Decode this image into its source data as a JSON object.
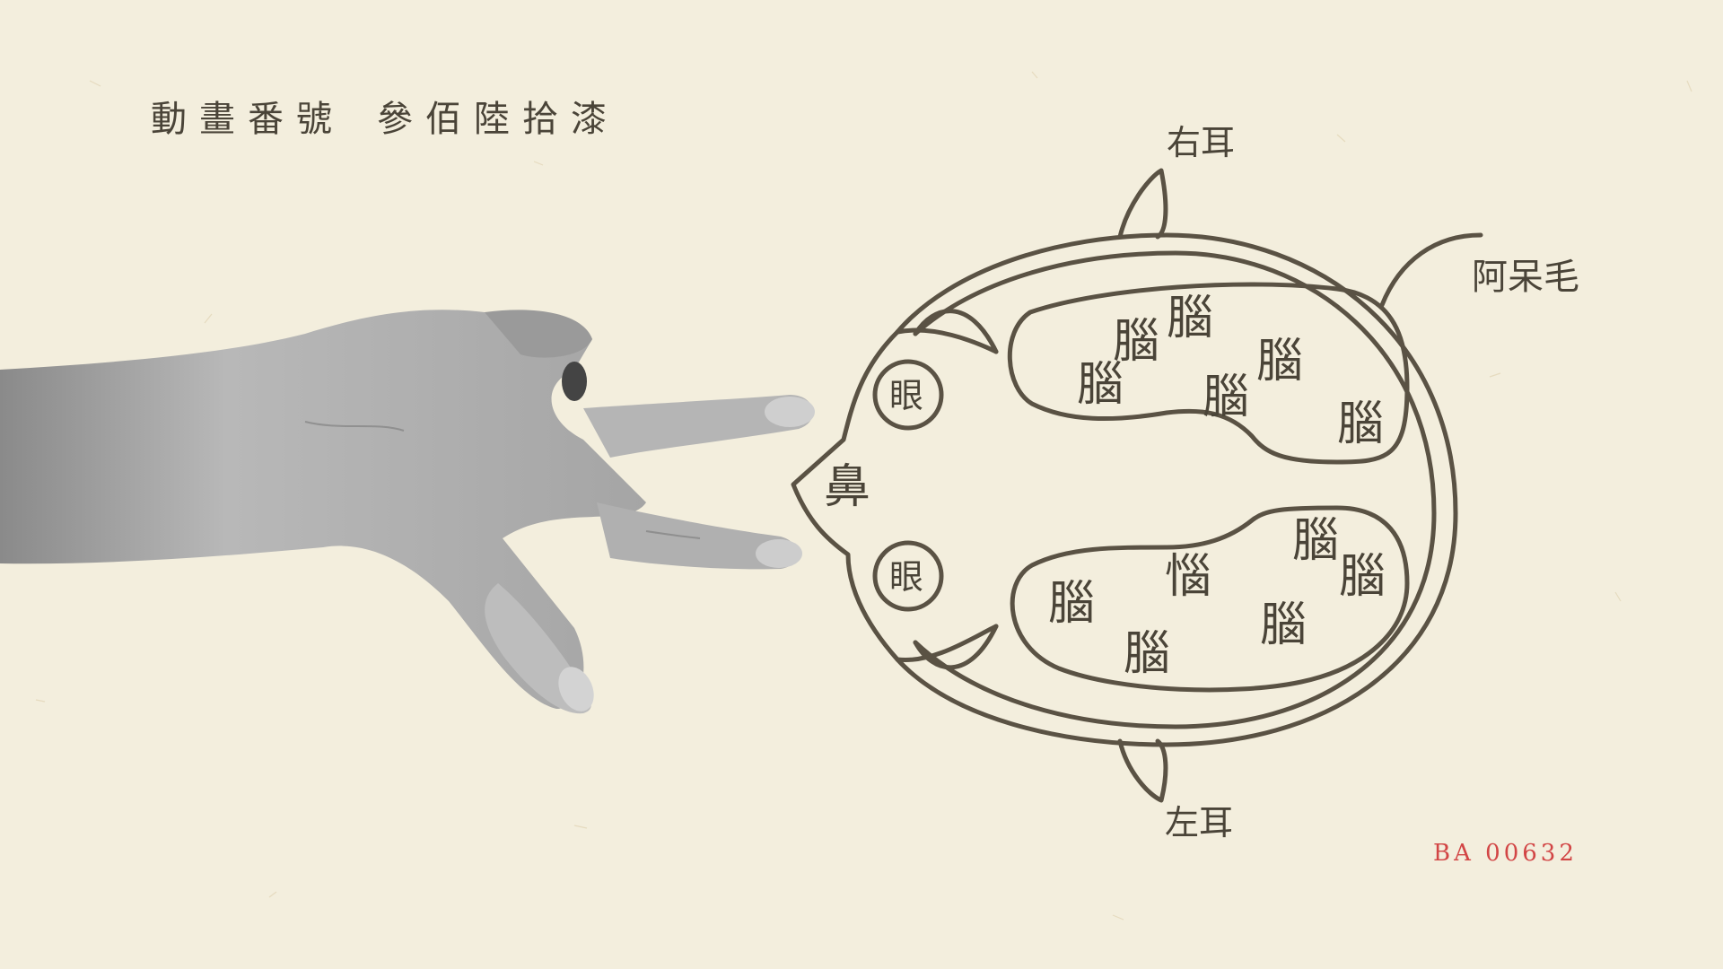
{
  "header": {
    "label": "動畫番號",
    "number": "參佰陸拾漆"
  },
  "code": "BA 00632",
  "diagram": {
    "right_ear": "右耳",
    "left_ear": "左耳",
    "ahoge": "阿呆毛",
    "nose": "鼻",
    "eye_top": "眼",
    "eye_bottom": "眼",
    "brain_upper": [
      "腦",
      "腦",
      "腦",
      "腦",
      "腦",
      "腦"
    ],
    "brain_lower": [
      "腦",
      "惱",
      "腦",
      "腦",
      "腦",
      "腦"
    ]
  },
  "colors": {
    "paper": "#f3eedd",
    "ink": "#5a5244",
    "accent_red": "#d24545"
  }
}
